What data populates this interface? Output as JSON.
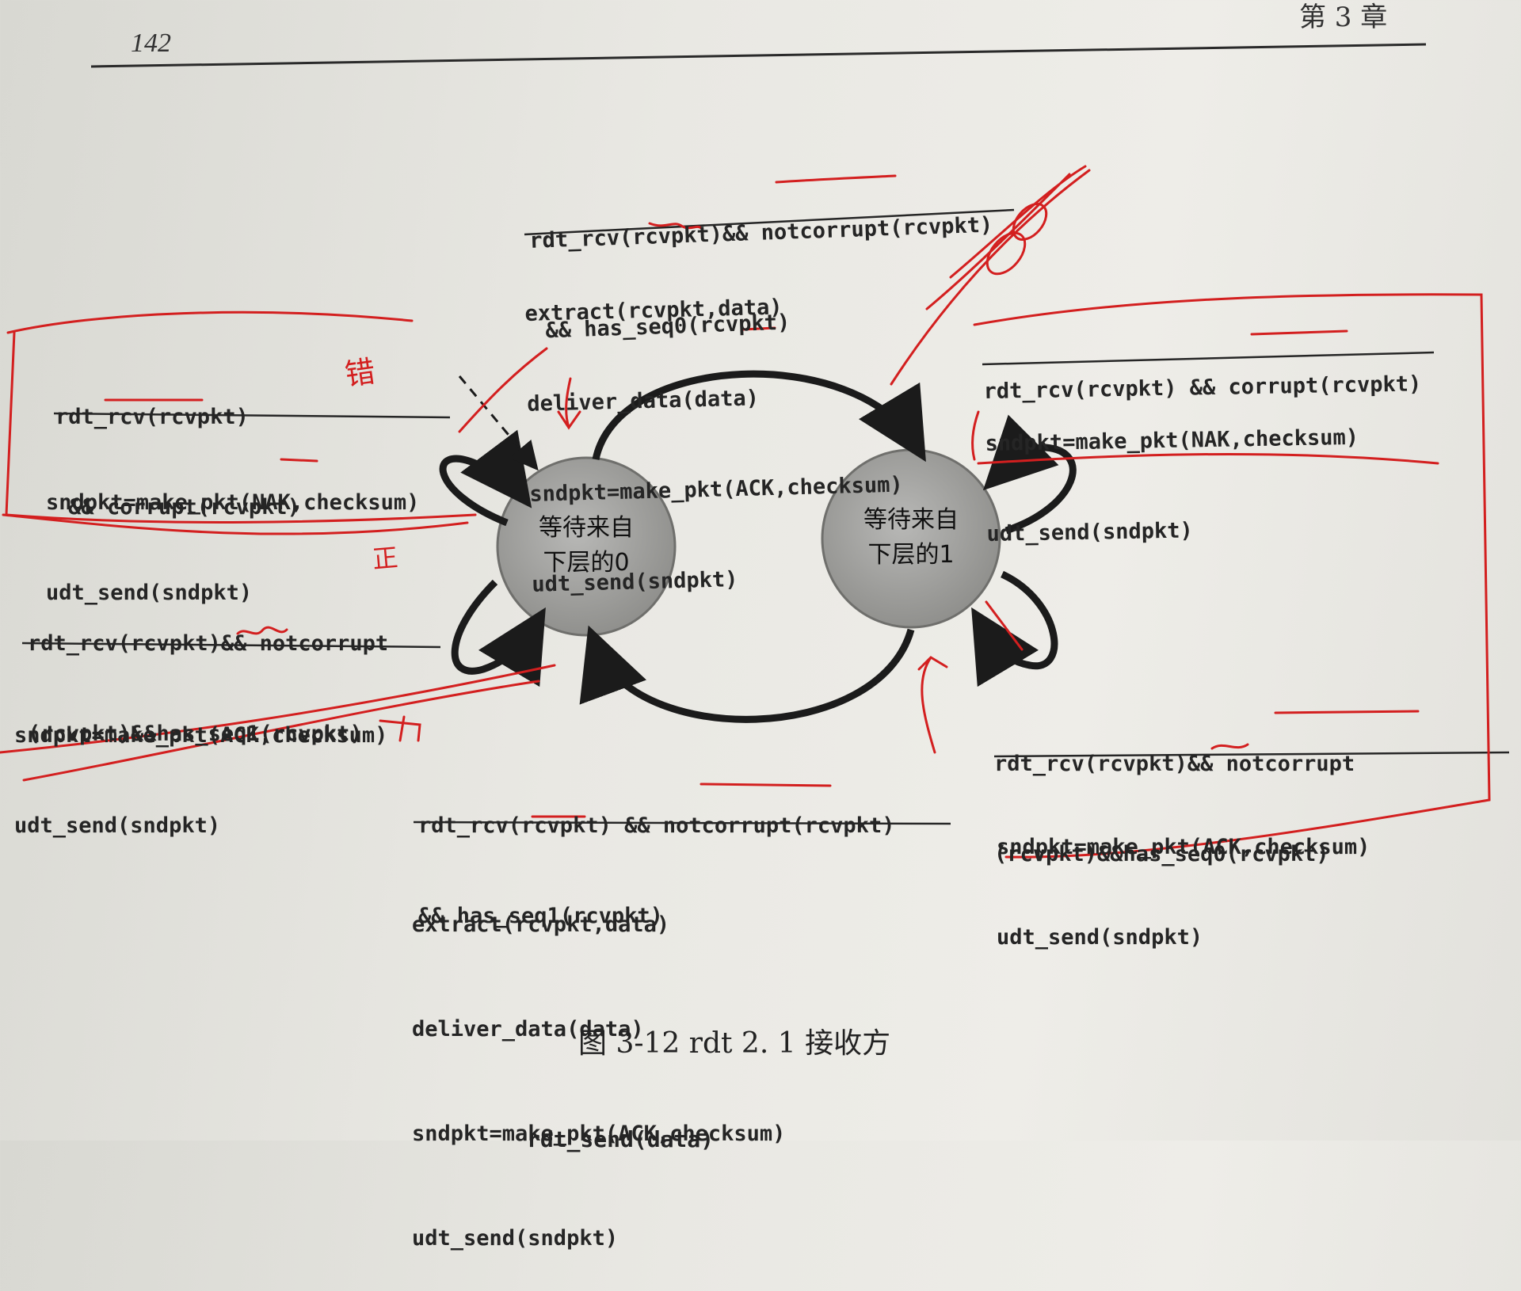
{
  "header": {
    "page_number": "142",
    "chapter": "第 3 章"
  },
  "states": [
    {
      "name": "wait-0",
      "label_lines": [
        "等待来自",
        "下层的0"
      ]
    },
    {
      "name": "wait-1",
      "label_lines": [
        "等待来自",
        "下层的1"
      ]
    }
  ],
  "transitions": {
    "top": {
      "event": [
        "rdt_rcv(rcvpkt)&& notcorrupt(rcvpkt)",
        " && has_seq0(rcvpkt)"
      ],
      "actions": [
        "extract(rcvpkt,data)",
        "deliver_data(data)",
        "sndpkt=make_pkt(ACK,checksum)",
        "udt_send(sndpkt)"
      ]
    },
    "left_upper": {
      "event": [
        "rdt_rcv(rcvpkt)",
        " && corrupt(rcvpkt)"
      ],
      "actions": [
        "sndpkt=make_pkt(NAK,checksum)",
        "udt_send(sndpkt)"
      ]
    },
    "left_lower": {
      "event": [
        "rdt_rcv(rcvpkt)&& notcorrupt",
        "(rcvpkt)&&has_seq1(rcvpkt)"
      ],
      "actions": [
        "sndpkt=make_pkt(ACK,checksum)",
        "udt_send(sndpkt)"
      ]
    },
    "right_upper": {
      "event": [
        "rdt_rcv(rcvpkt) && corrupt(rcvpkt)"
      ],
      "actions": [
        "sndpkt=make_pkt(NAK,checksum)",
        "udt_send(sndpkt)"
      ]
    },
    "right_lower": {
      "event": [
        "rdt_rcv(rcvpkt)&& notcorrupt",
        "(rcvpkt)&&has_seq0(rcvpkt)"
      ],
      "actions": [
        "sndpkt=make_pkt(ACK,checksum)",
        "udt_send(sndpkt)"
      ]
    },
    "bottom": {
      "event": [
        "rdt_rcv(rcvpkt) && notcorrupt(rcvpkt)",
        "&& has_seq1(rcvpkt)"
      ],
      "actions": [
        "extract(rcvpkt,data)",
        "deliver_data(data)",
        "sndpkt=make_pkt(ACK,checksum)",
        "udt_send(sndpkt)"
      ]
    }
  },
  "caption": "图 3-12   rdt 2. 1 接收方",
  "footer_cut_text": "rdt_send(data)",
  "annotations": {
    "wrong_mark": "错",
    "right_mark": "正",
    "ink_color": "#d31f1f"
  }
}
